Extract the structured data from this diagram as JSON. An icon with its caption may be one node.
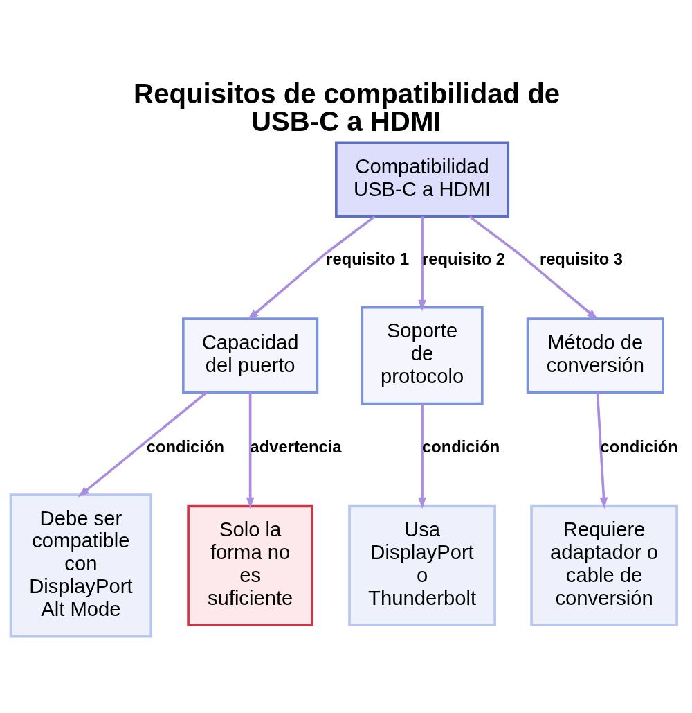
{
  "diagram": {
    "title": "Requisitos de compatibilidad de USB-C a HDMI",
    "nodes": [
      {
        "text": [
          "Compatibilidad USB-C a HDMI"
        ]
      },
      {
        "text": [
          "Capacidad del puerto"
        ]
      },
      {
        "text": [
          "Soporte de protocolo"
        ]
      },
      {
        "text": [
          "Método de conversión"
        ]
      },
      {
        "text": [
          "Debe ser compatible con DisplayPort Alt Mode"
        ]
      },
      {
        "text": [
          "Solo la forma no es suficiente"
        ]
      },
      {
        "text": [
          "Usa DisplayPort o Thunderbolt"
        ]
      },
      {
        "text": [
          "Requiere adaptador o cable de conversión"
        ]
      }
    ],
    "edges": [
      {
        "from": 0,
        "to": 1,
        "arrow": "to",
        "label": "requisito 1"
      },
      {
        "from": 0,
        "to": 2,
        "arrow": "to",
        "label": "requisito 2"
      },
      {
        "from": 0,
        "to": 3,
        "arrow": "to",
        "label": "requisito 3"
      },
      {
        "from": 1,
        "to": 4,
        "arrow": "to",
        "label": "condición"
      },
      {
        "from": 1,
        "to": 5,
        "arrow": "to",
        "label": "advertencia"
      },
      {
        "from": 2,
        "to": 6,
        "arrow": "to",
        "label": "condición"
      },
      {
        "from": 3,
        "to": 7,
        "arrow": "to",
        "label": "condición"
      }
    ]
  }
}
